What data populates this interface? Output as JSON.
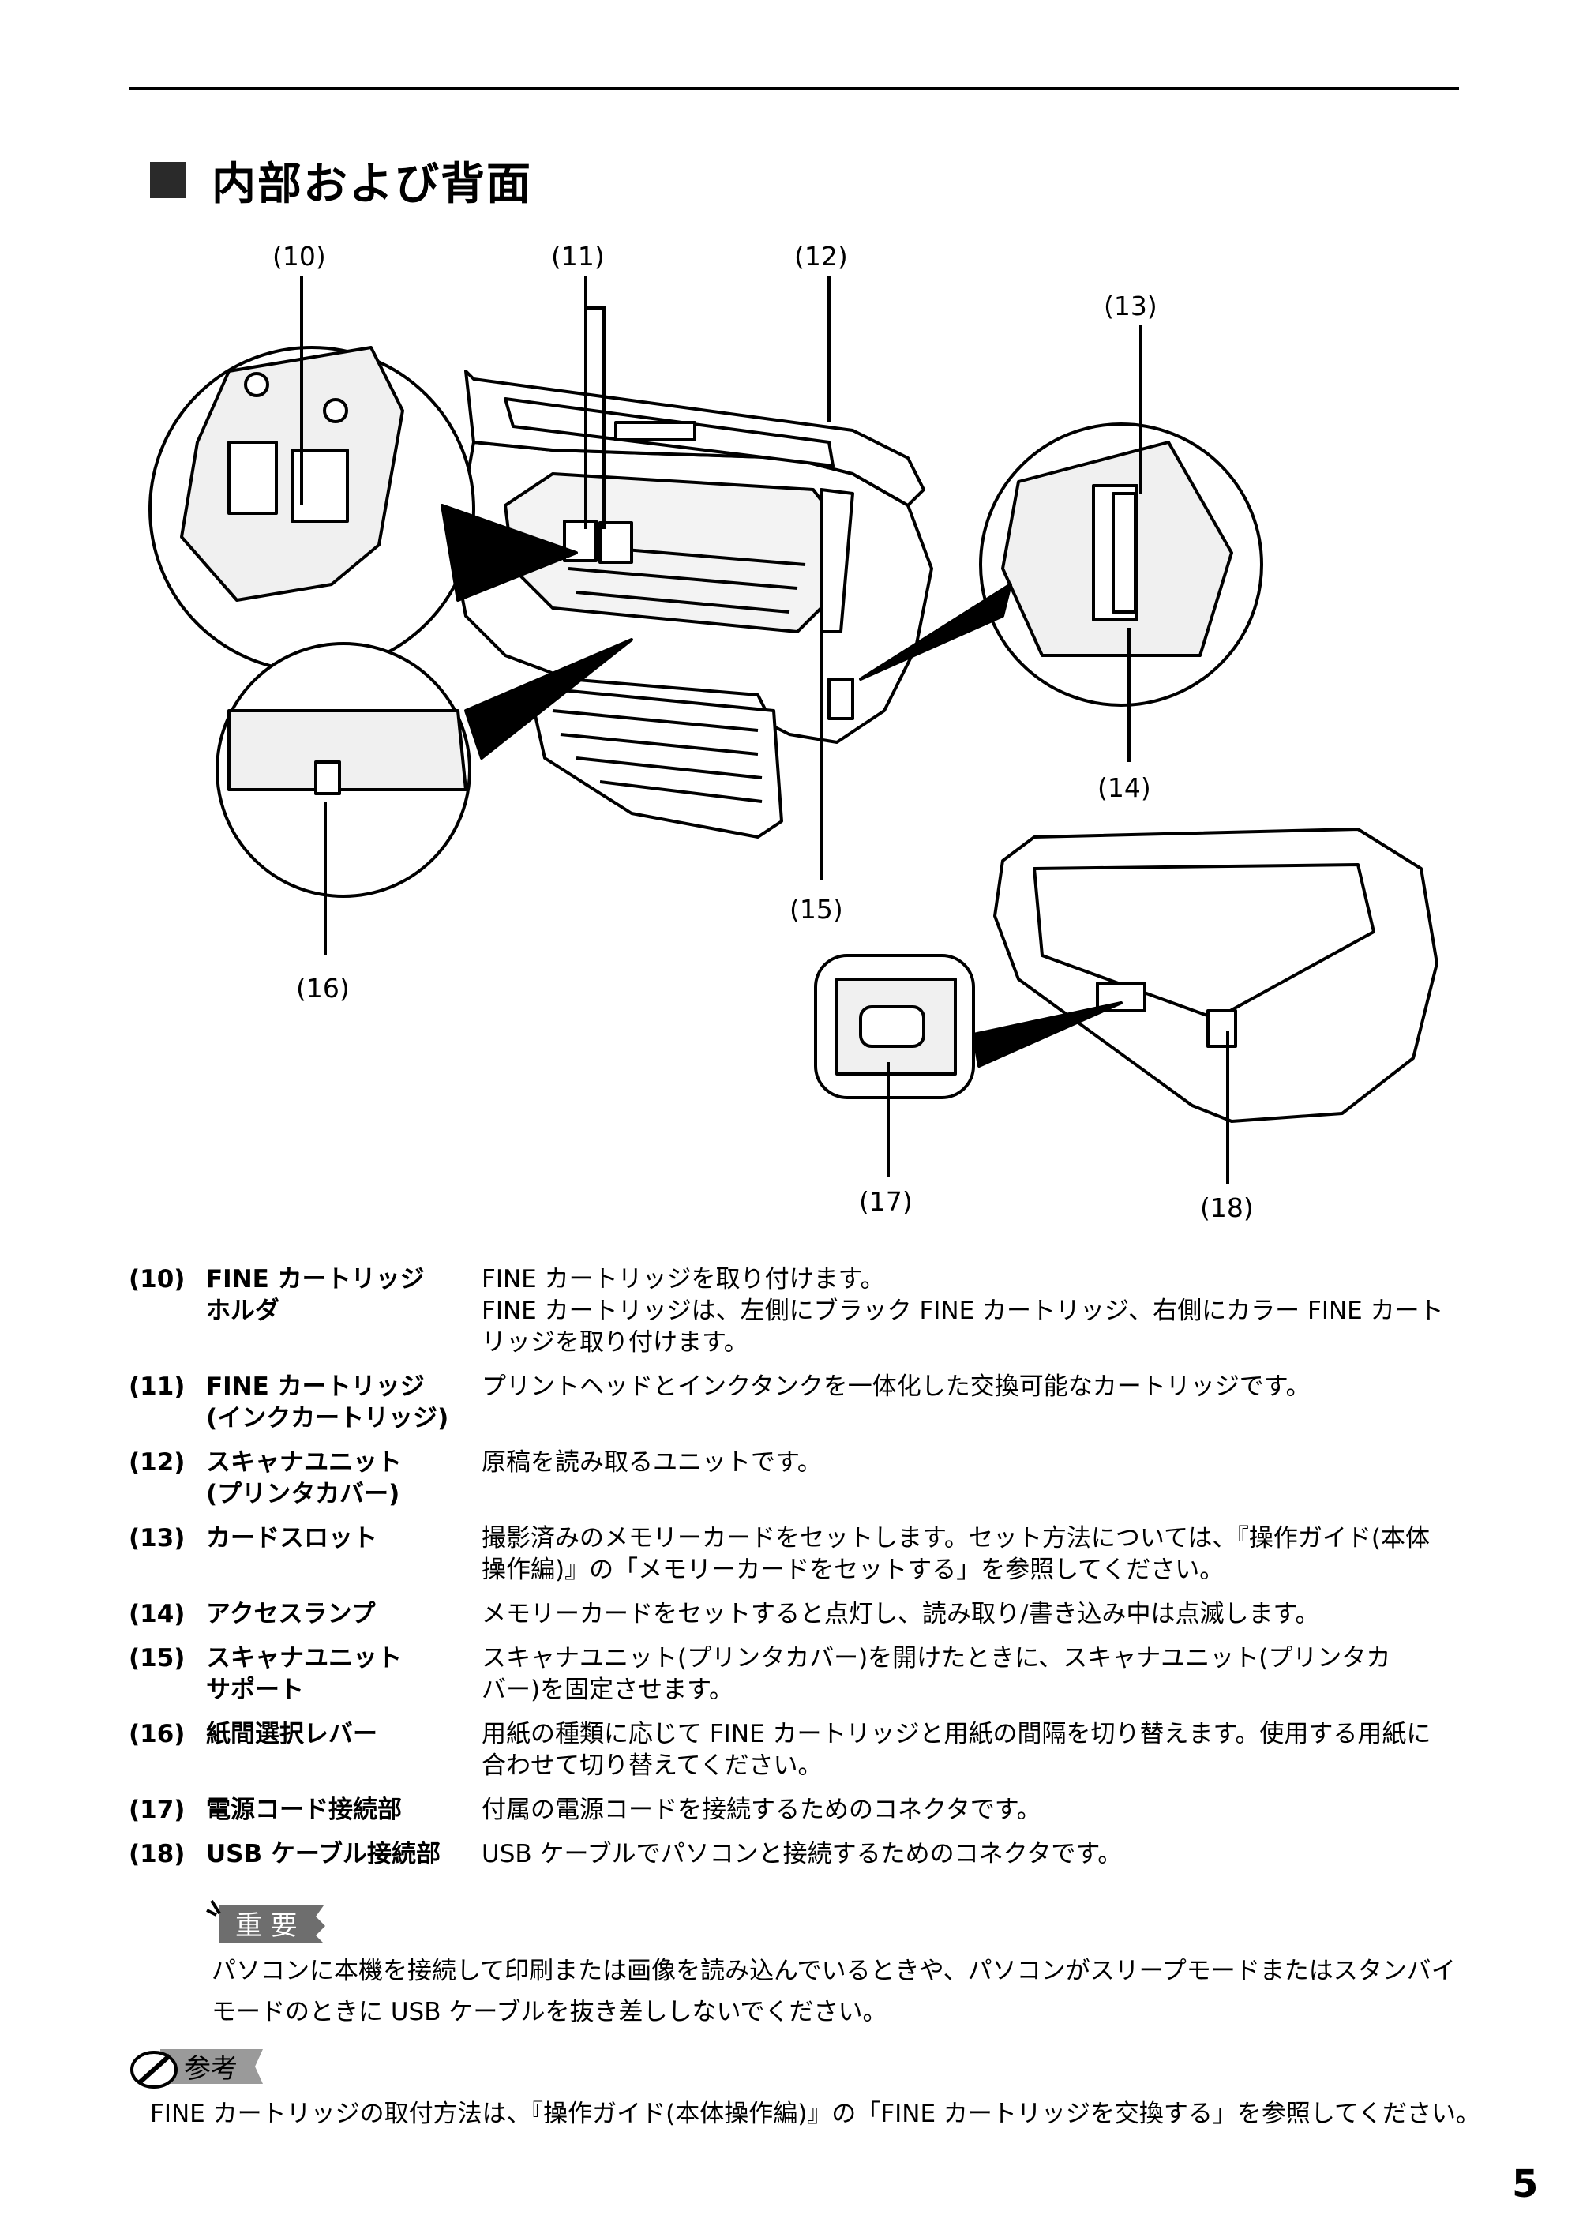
{
  "section": {
    "title": "内部および背面"
  },
  "figure": {
    "callouts": [
      "(10)",
      "(11)",
      "(12)",
      "(13)",
      "(14)",
      "(15)",
      "(16)",
      "(17)",
      "(18)"
    ]
  },
  "definitions": [
    {
      "num": "(10)",
      "name": "FINE カートリッジ\nホルダ",
      "desc": [
        "FINE カートリッジを取り付けます。",
        "FINE カートリッジは、左側にブラック FINE カートリッジ、右側にカラー FINE カート",
        "リッジを取り付けます。"
      ]
    },
    {
      "num": "(11)",
      "name": "FINE カートリッジ\n(インクカートリッジ)",
      "desc": [
        "プリントヘッドとインクタンクを一体化した交換可能なカートリッジです。"
      ]
    },
    {
      "num": "(12)",
      "name": "スキャナユニット\n(プリンタカバー)",
      "desc": [
        "原稿を読み取るユニットです。"
      ]
    },
    {
      "num": "(13)",
      "name": "カードスロット",
      "desc": [
        "撮影済みのメモリーカードをセットします。セット方法については、『操作ガイド(本体",
        "操作編)』の「メモリーカードをセットする」を参照してください。"
      ]
    },
    {
      "num": "(14)",
      "name": "アクセスランプ",
      "desc": [
        "メモリーカードをセットすると点灯し、読み取り/書き込み中は点滅します。"
      ]
    },
    {
      "num": "(15)",
      "name": "スキャナユニット\nサポート",
      "desc": [
        "スキャナユニット(プリンタカバー)を開けたときに、スキャナユニット(プリンタカ",
        "バー)を固定させます。"
      ]
    },
    {
      "num": "(16)",
      "name": "紙間選択レバー",
      "desc": [
        "用紙の種類に応じて FINE カートリッジと用紙の間隔を切り替えます。使用する用紙に",
        "合わせて切り替えてください。"
      ]
    },
    {
      "num": "(17)",
      "name": "電源コード接続部",
      "desc": [
        "付属の電源コードを接続するためのコネクタです。"
      ]
    },
    {
      "num": "(18)",
      "name": "USB ケーブル接続部",
      "desc": [
        "USB ケーブルでパソコンと接続するためのコネクタです。"
      ]
    }
  ],
  "important": {
    "label": "重 要",
    "text": "パソコンに本機を接続して印刷または画像を読み込んでいるときや、パソコンがスリープモードまたはスタンバイモードのときに USB ケーブルを抜き差ししないでください。"
  },
  "reference": {
    "label": "参考",
    "text": "FINE カートリッジの取付方法は、『操作ガイド(本体操作編)』の「FINE カートリッジを交換する」を参照してください。"
  },
  "page_number": "5"
}
